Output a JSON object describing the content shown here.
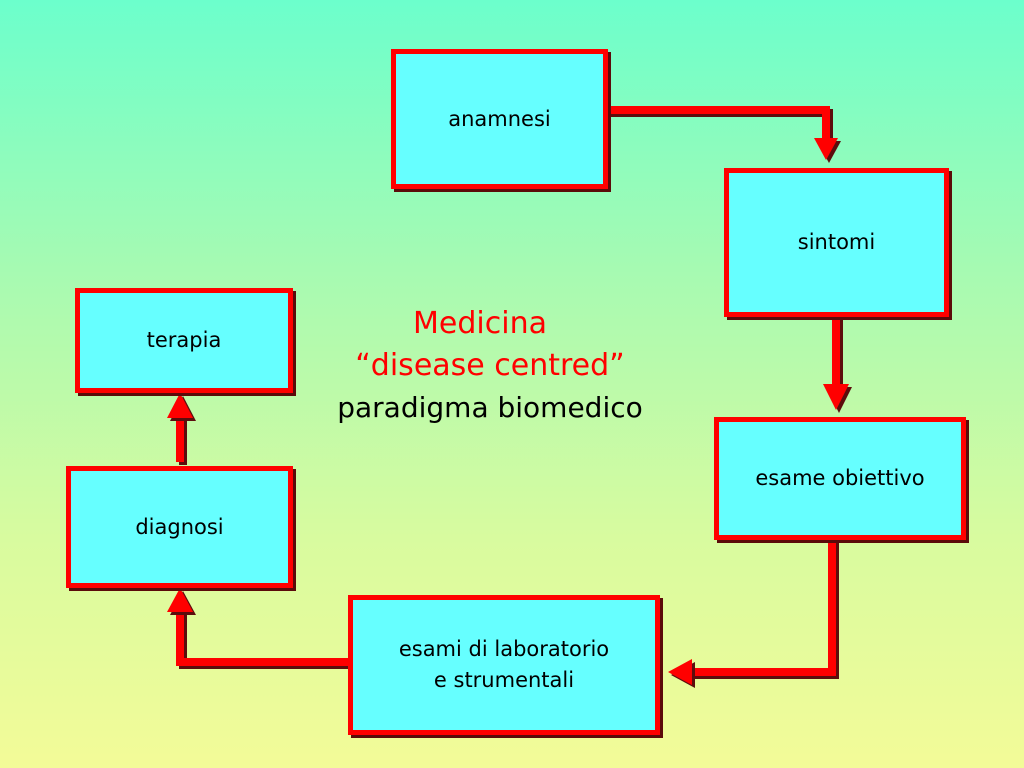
{
  "diagram": {
    "boxes": {
      "anamnesi": "anamnesi",
      "sintomi": "sintomi",
      "esame_obiettivo": "esame obiettivo",
      "esami_laboratorio": [
        "esami di laboratorio",
        "e strumentali"
      ],
      "diagnosi": "diagnosi",
      "terapia": "terapia"
    },
    "center": {
      "line1": "Medicina",
      "line2": "“disease centred”",
      "line3": "paradigma biomedico"
    },
    "colors": {
      "box_fill": "#66ffff",
      "box_border": "#ff0000",
      "arrow": "#ff0000",
      "highlight_text": "#ff0000"
    },
    "edges": [
      [
        "anamnesi",
        "sintomi"
      ],
      [
        "sintomi",
        "esame obiettivo"
      ],
      [
        "esame obiettivo",
        "esami di laboratorio e strumentali"
      ],
      [
        "esami di laboratorio e strumentali",
        "diagnosi"
      ],
      [
        "diagnosi",
        "terapia"
      ]
    ]
  }
}
